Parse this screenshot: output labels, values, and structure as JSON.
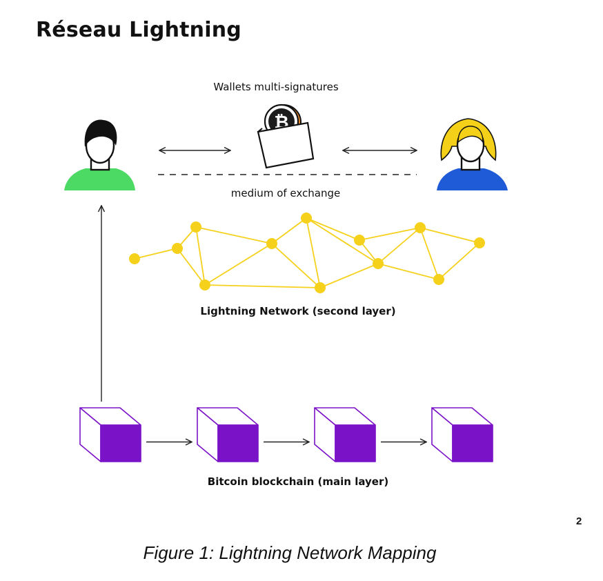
{
  "page": {
    "title": "Réseau Lightning",
    "page_number": "2",
    "caption": "Figure 1: Lightning Network Mapping"
  },
  "diagram": {
    "top_label": "Wallets multi-signatures",
    "exchange_label": "medium of exchange",
    "network_label": "Lightning Network (second layer)",
    "blockchain_label": "Bitcoin blockchain (main layer)",
    "wallet_symbol": "₿",
    "icons": [
      "person-male-icon",
      "person-female-icon",
      "bitcoin-wallet-icon",
      "block-icon",
      "arrow-icon"
    ],
    "colors": {
      "male_shirt": "#4cd964",
      "female_shirt": "#1f5bd6",
      "female_hair": "#f5d019",
      "hair_dark": "#111111",
      "skin": "#ffffff",
      "network": "#f5d11b",
      "block_purple": "#7a12c7",
      "bitcoin": "#1c1c1c",
      "coin_edge": "#f08c2a"
    },
    "block_count": 4
  }
}
